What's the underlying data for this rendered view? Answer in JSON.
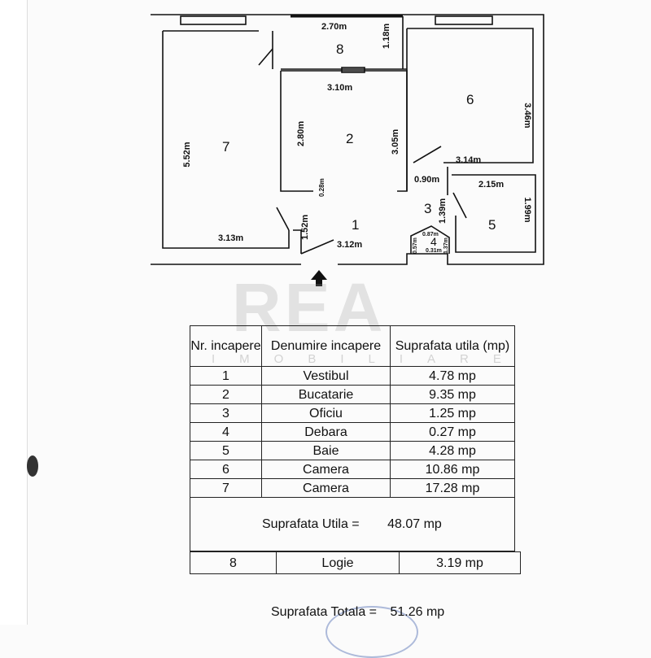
{
  "plan": {
    "rooms": [
      "1",
      "2",
      "3",
      "4",
      "5",
      "6",
      "7",
      "8"
    ],
    "dims": {
      "r8_w": "2.70m",
      "r8_h": "1.18m",
      "r2_w": "3.10m",
      "r2_h1": "2.80m",
      "r2_h2": "3.05m",
      "r2_small": "0.28m",
      "r6_h": "3.46m",
      "r6_w": "3.14m",
      "r3_w": "0.90m",
      "r3_h": "1.39m",
      "r5_w": "2.15m",
      "r5_h": "1.99m",
      "r7_h": "5.52m",
      "r7_w": "3.13m",
      "r1_h": "1.52m",
      "r1_w": "3.12m",
      "r4_a": "0.87m",
      "r4_b": "1.37m",
      "r4_c": "0.57m",
      "r4_d": "0.31m"
    },
    "watermark": "REA",
    "watermark_sub": "IMOBILIARE"
  },
  "table": {
    "headers": [
      "Nr. incapere",
      "Denumire incapere",
      "Suprafata utila (mp)"
    ],
    "rows": [
      [
        "1",
        "Vestibul",
        "4.78 mp"
      ],
      [
        "2",
        "Bucatarie",
        "9.35 mp"
      ],
      [
        "3",
        "Oficiu",
        "1.25 mp"
      ],
      [
        "4",
        "Debara",
        "0.27 mp"
      ],
      [
        "5",
        "Baie",
        "4.28 mp"
      ],
      [
        "6",
        "Camera",
        "10.86 mp"
      ],
      [
        "7",
        "Camera",
        "17.28 mp"
      ]
    ],
    "util_label": "Suprafata Utila =",
    "util_value": "48.07 mp",
    "extra_row": [
      "8",
      "Logie",
      "3.19 mp"
    ],
    "total_label": "Suprafata Totala =",
    "total_value": "51.26 mp"
  }
}
